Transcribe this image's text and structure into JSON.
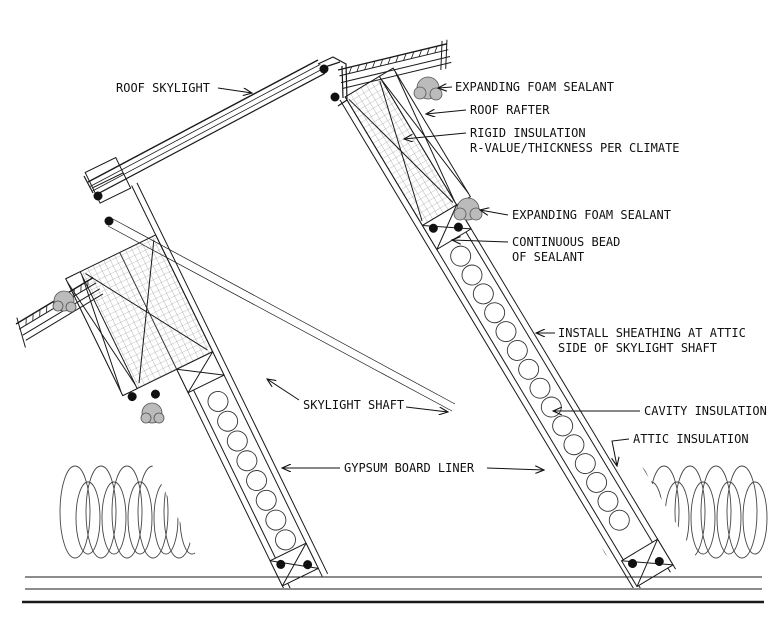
{
  "drawing": {
    "labels": {
      "roof_skylight": "ROOF SKYLIGHT",
      "expanding_foam_top": "EXPANDING FOAM SEALANT",
      "roof_rafter": "ROOF RAFTER",
      "rigid_insulation_line1": "RIGID INSULATION",
      "rigid_insulation_line2": "R-VALUE/THICKNESS PER CLIMATE",
      "expanding_foam_mid": "EXPANDING FOAM SEALANT",
      "continuous_bead_line1": "CONTINUOUS BEAD",
      "continuous_bead_line2": "OF SEALANT",
      "install_sheathing_line1": "INSTALL SHEATHING AT ATTIC",
      "install_sheathing_line2": "SIDE OF SKYLIGHT SHAFT",
      "skylight_shaft": "SKYLIGHT SHAFT",
      "cavity_insulation": "CAVITY INSULATION",
      "attic_insulation": "ATTIC INSULATION",
      "gypsum_board_liner": "GYPSUM BOARD LINER"
    },
    "colors": {
      "line": "#1a1a1a",
      "foam_gray": "#bbbbbb",
      "background": "#ffffff"
    }
  }
}
